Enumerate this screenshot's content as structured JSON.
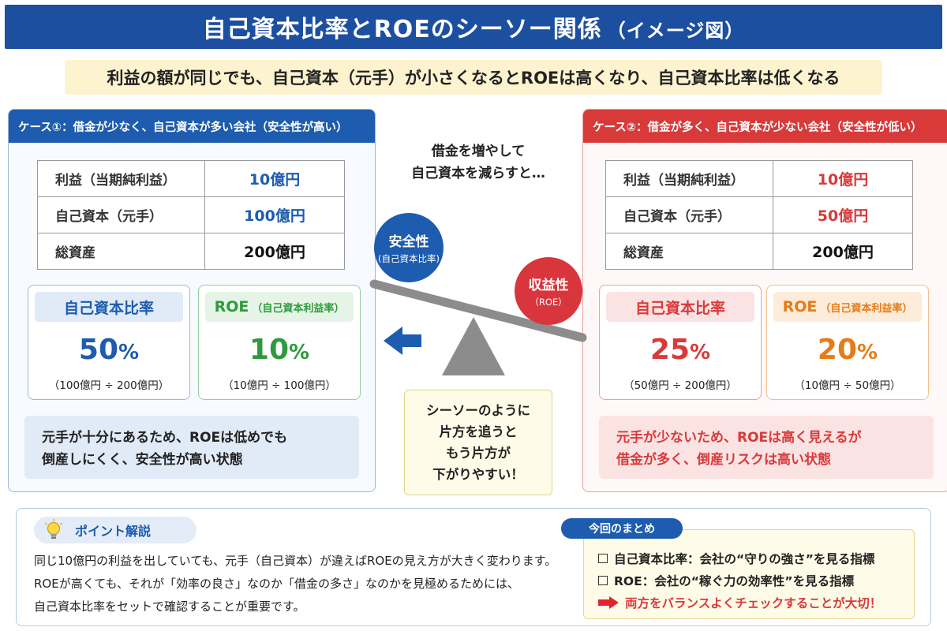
{
  "title": {
    "main": "自己資本比率とROEのシーソー関係",
    "sub": "（イメージ図）"
  },
  "subtitle": "利益の額が同じでも、自己資本（元手）が小さくなるとROEは高くなり、自己資本比率は低くなる",
  "case1": {
    "header": "ケース①：借金が少なく、自己資本が多い会社（安全性が高い）",
    "rows": [
      {
        "label": "利益（当期純利益）",
        "value": "10億円"
      },
      {
        "label": "自己資本（元手）",
        "value": "100億円"
      },
      {
        "label": "総資産",
        "value": "200億円"
      }
    ],
    "metric1": {
      "label": "自己資本比率",
      "value": "50",
      "unit": "%",
      "formula": "（100億円 ÷ 200億円）"
    },
    "metric2": {
      "label": "ROE",
      "label_sub": "（自己資本利益率）",
      "value": "10",
      "unit": "%",
      "formula": "（10億円 ÷ 100億円）"
    },
    "note": [
      "元手が十分にあるため、ROEは低めでも",
      "倒産しにくく、安全性が高い状態"
    ]
  },
  "case2": {
    "header": "ケース②：借金が多く、自己資本が少ない会社（安全性が低い）",
    "rows": [
      {
        "label": "利益（当期純利益）",
        "value": "10億円"
      },
      {
        "label": "自己資本（元手）",
        "value": "50億円"
      },
      {
        "label": "総資産",
        "value": "200億円"
      }
    ],
    "metric1": {
      "label": "自己資本比率",
      "value": "25",
      "unit": "%",
      "formula": "（50億円 ÷ 200億円）"
    },
    "metric2": {
      "label": "ROE",
      "label_sub": "（自己資本利益率）",
      "value": "20",
      "unit": "%",
      "formula": "（10億円 ÷ 50億円）"
    },
    "note": [
      "元手が少ないため、ROEは高く見えるが",
      "借金が多く、倒産リスクは高い状態"
    ]
  },
  "center": {
    "caption": [
      "借金を増やして",
      "自己資本を減らすと…"
    ],
    "safety": {
      "label": "安全性",
      "sub": "(自己資本比率)"
    },
    "profit": {
      "label": "収益性",
      "sub": "（ROE）"
    },
    "note": [
      "シーソーのように",
      "片方を追うと",
      "もう片方が",
      "下がりやすい！"
    ]
  },
  "point": {
    "label": "ポイント解説",
    "lines": [
      "同じ10億円の利益を出していても、元手（自己資本）が違えばROEの見え方が大きく変わります。",
      "ROEが高くても、それが「効率の良さ」なのか「借金の多さ」なのかを見極めるためには、",
      "自己資本比率をセットで確認することが重要です。"
    ]
  },
  "summary": {
    "tab": "今回のまとめ",
    "item1": "自己資本比率：会社の“守りの強さ”を見る指標",
    "item2": "ROE：会社の“稼ぐ力の効率性”を見る指標",
    "conclusion": "両方をバランスよくチェックすることが大切！"
  },
  "colors": {
    "blue": "#1d5cae",
    "red": "#d83a3a",
    "green": "#2f9a3d",
    "orange": "#e57c17",
    "title_bg": "#1d4fa0"
  },
  "icons": [
    "lightbulb-icon",
    "left-arrow-icon",
    "right-arrow-icon",
    "checkbox-icon",
    "seesaw-icon"
  ]
}
